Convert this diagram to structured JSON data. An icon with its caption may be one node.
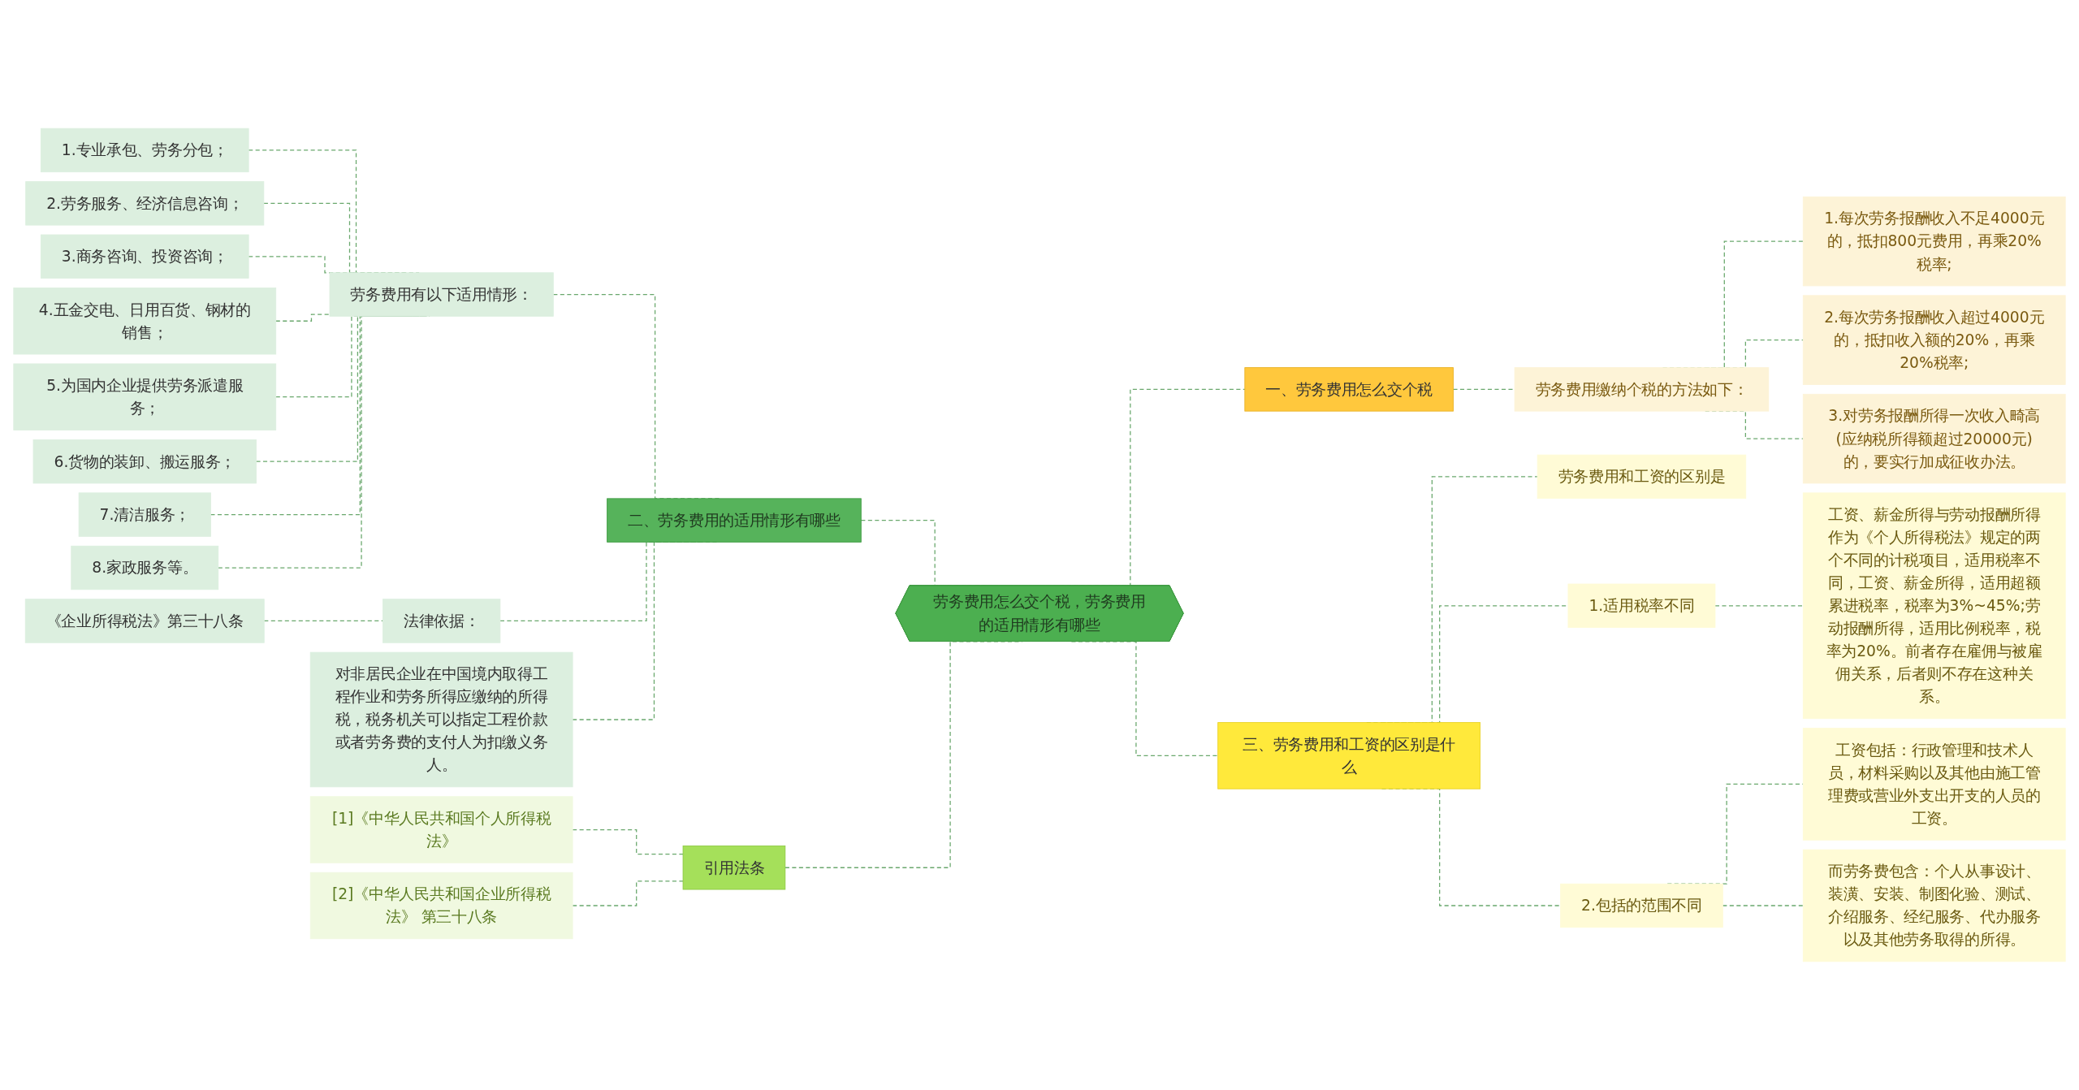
{
  "diagram": {
    "nodes": [
      {
        "text": [
          "劳务费用怎么交个税，劳务费用的适用情形有哪些"
        ]
      },
      {
        "text": [
          "一、劳务费用怎么交个税"
        ]
      },
      {
        "text": [
          "劳务费用缴纳个税的方法如下："
        ]
      },
      {
        "text": [
          "1.每次劳务报酬收入不足4000元的，抵扣800元费用，再乘20%税率;"
        ]
      },
      {
        "text": [
          "2.每次劳务报酬收入超过4000元的，抵扣收入额的20%，再乘20%税率;"
        ]
      },
      {
        "text": [
          "3.对劳务报酬所得一次收入畸高(应纳税所得额超过20000元)的，要实行加成征收办法。"
        ]
      },
      {
        "text": [
          "三、劳务费用和工资的区别是什么"
        ]
      },
      {
        "text": [
          "劳务费用和工资的区别是"
        ]
      },
      {
        "text": [
          "1.适用税率不同"
        ]
      },
      {
        "text": [
          "工资、薪金所得与劳动报酬所得作为《个人所得税法》规定的两个不同的计税项目，适用税率不同，工资、薪金所得，适用超额累进税率，税率为3%~45%;劳动报酬所得，适用比例税率，税率为20%。前者存在雇佣与被雇佣关系，后者则不存在这种关系。"
        ]
      },
      {
        "text": [
          "2.包括的范围不同"
        ]
      },
      {
        "text": [
          "工资包括：行政管理和技术人员，材料采购以及其他由施工管理费或营业外支出开支的人员的工资。"
        ]
      },
      {
        "text": [
          "而劳务费包含：个人从事设计、装潢、安装、制图化验、测试、介绍服务、经纪服务、代办服务以及其他劳务取得的所得。"
        ]
      },
      {
        "text": [
          "二、劳务费用的适用情形有哪些"
        ]
      },
      {
        "text": [
          "劳务费用有以下适用情形："
        ]
      },
      {
        "text": [
          "1.专业承包、劳务分包；"
        ]
      },
      {
        "text": [
          "2.劳务服务、经济信息咨询；"
        ]
      },
      {
        "text": [
          "3.商务咨询、投资咨询；"
        ]
      },
      {
        "text": [
          "4.五金交电、日用百货、钢材的销售；"
        ]
      },
      {
        "text": [
          "5.为国内企业提供劳务派遣服务；"
        ]
      },
      {
        "text": [
          "6.货物的装卸、搬运服务；"
        ]
      },
      {
        "text": [
          "7.清洁服务；"
        ]
      },
      {
        "text": [
          "8.家政服务等。"
        ]
      },
      {
        "text": [
          "法律依据："
        ]
      },
      {
        "text": [
          "《企业所得税法》第三十八条"
        ]
      },
      {
        "text": [
          "对非居民企业在中国境内取得工程作业和劳务所得应缴纳的所得税，税务机关可以指定工程价款或者劳务费的支付人为扣缴义务人。"
        ]
      },
      {
        "text": [
          "引用法条"
        ]
      },
      {
        "text": [
          "[1]《中华人民共和国个人所得税法》"
        ]
      },
      {
        "text": [
          "[2]《中华人民共和国企业所得税法》 第三十八条"
        ]
      }
    ],
    "edges": [
      {
        "from": 0,
        "to": 1,
        "arrow": "none",
        "style": "dashed"
      },
      {
        "from": 1,
        "to": 2,
        "arrow": "none",
        "style": "dashed"
      },
      {
        "from": 2,
        "to": 3,
        "arrow": "none",
        "style": "dashed"
      },
      {
        "from": 2,
        "to": 4,
        "arrow": "none",
        "style": "dashed"
      },
      {
        "from": 2,
        "to": 5,
        "arrow": "none",
        "style": "dashed"
      },
      {
        "from": 0,
        "to": 6,
        "arrow": "none",
        "style": "dashed"
      },
      {
        "from": 6,
        "to": 7,
        "arrow": "none",
        "style": "dashed"
      },
      {
        "from": 6,
        "to": 8,
        "arrow": "none",
        "style": "dashed"
      },
      {
        "from": 8,
        "to": 9,
        "arrow": "none",
        "style": "dashed"
      },
      {
        "from": 6,
        "to": 10,
        "arrow": "none",
        "style": "dashed"
      },
      {
        "from": 10,
        "to": 11,
        "arrow": "none",
        "style": "dashed"
      },
      {
        "from": 10,
        "to": 12,
        "arrow": "none",
        "style": "dashed"
      },
      {
        "from": 13,
        "to": 0,
        "arrow": "none",
        "style": "dashed"
      },
      {
        "from": 14,
        "to": 13,
        "arrow": "none",
        "style": "dashed"
      },
      {
        "from": 15,
        "to": 14,
        "arrow": "none",
        "style": "dashed"
      },
      {
        "from": 16,
        "to": 14,
        "arrow": "none",
        "style": "dashed"
      },
      {
        "from": 17,
        "to": 14,
        "arrow": "none",
        "style": "dashed"
      },
      {
        "from": 18,
        "to": 14,
        "arrow": "none",
        "style": "dashed"
      },
      {
        "from": 19,
        "to": 14,
        "arrow": "none",
        "style": "dashed"
      },
      {
        "from": 20,
        "to": 14,
        "arrow": "none",
        "style": "dashed"
      },
      {
        "from": 21,
        "to": 14,
        "arrow": "none",
        "style": "dashed"
      },
      {
        "from": 22,
        "to": 14,
        "arrow": "none",
        "style": "dashed"
      },
      {
        "from": 23,
        "to": 13,
        "arrow": "none",
        "style": "dashed"
      },
      {
        "from": 24,
        "to": 23,
        "arrow": "none",
        "style": "dashed"
      },
      {
        "from": 25,
        "to": 13,
        "arrow": "none",
        "style": "dashed"
      },
      {
        "from": 26,
        "to": 0,
        "arrow": "none",
        "style": "dashed"
      },
      {
        "from": 27,
        "to": 26,
        "arrow": "none",
        "style": "dashed"
      },
      {
        "from": 28,
        "to": 26,
        "arrow": "none",
        "style": "dashed"
      }
    ]
  }
}
